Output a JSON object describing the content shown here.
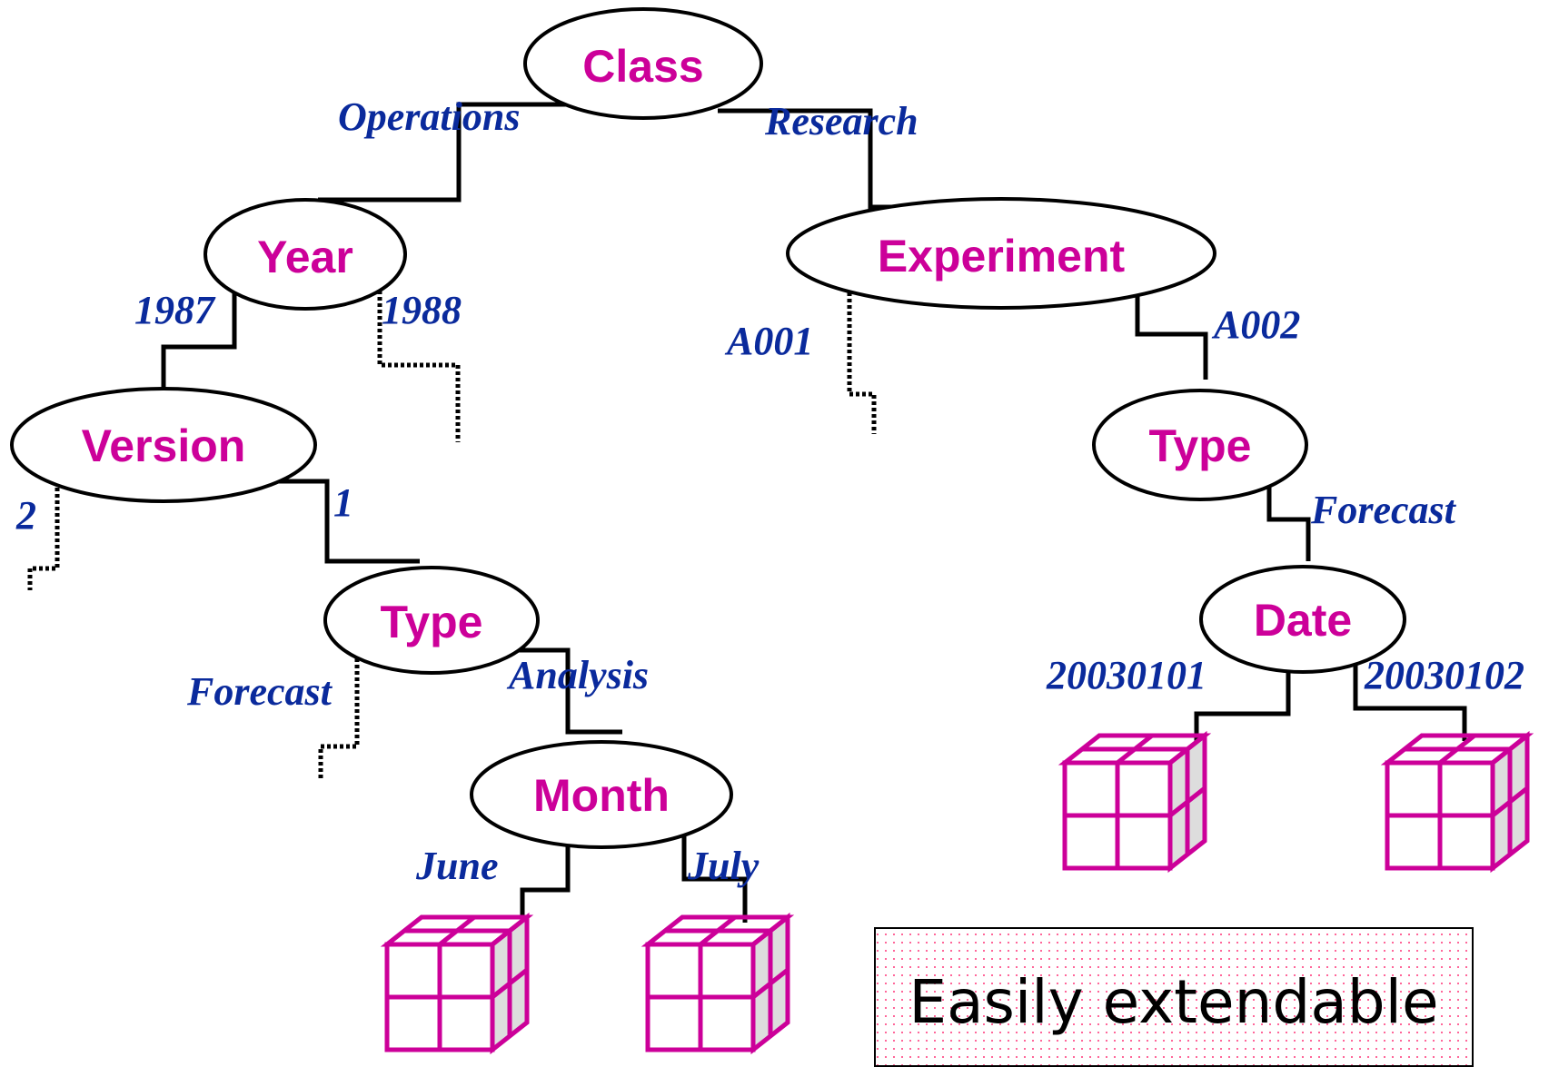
{
  "nodes": {
    "class": "Class",
    "year": "Year",
    "experiment": "Experiment",
    "version": "Version",
    "type_left": "Type",
    "type_right": "Type",
    "month": "Month",
    "date": "Date"
  },
  "edges": {
    "operations": "Operations",
    "research": "Research",
    "y1987": "1987",
    "y1988": "1988",
    "a001": "A001",
    "a002": "A002",
    "v2": "2",
    "v1": "1",
    "forecast_left": "Forecast",
    "analysis": "Analysis",
    "forecast_right": "Forecast",
    "d20030101": "20030101",
    "d20030102": "20030102",
    "june": "June",
    "july": "July"
  },
  "note": {
    "text": "Easily extendable"
  },
  "colors": {
    "node": "#cc0099",
    "edge_label": "#0a2a9c",
    "cube": "#cc0099",
    "note_dots": "#ff6699"
  }
}
